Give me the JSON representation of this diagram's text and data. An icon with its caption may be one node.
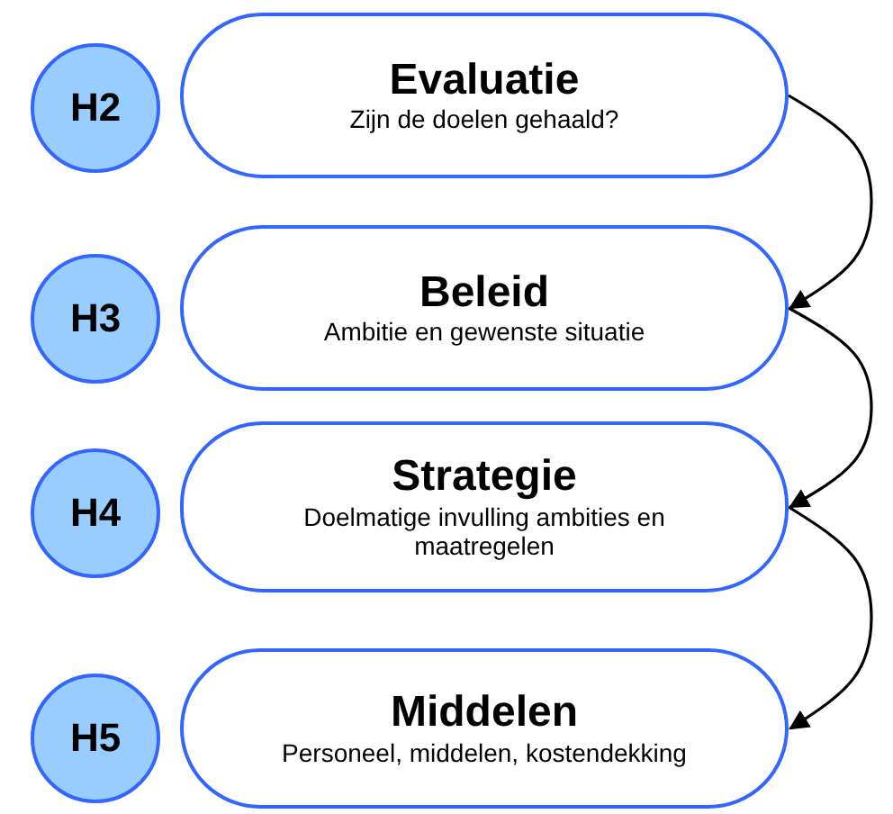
{
  "diagram": {
    "nodes": [
      {
        "text": [
          "H2"
        ]
      },
      {
        "text": [
          "Evaluatie",
          "Zijn de doelen gehaald?"
        ]
      },
      {
        "text": [
          "H3"
        ]
      },
      {
        "text": [
          "Beleid",
          "Ambitie en gewenste situatie"
        ]
      },
      {
        "text": [
          "H4"
        ]
      },
      {
        "text": [
          "Strategie",
          "Doelmatige invulling ambities en maatregelen"
        ]
      },
      {
        "text": [
          "H5"
        ]
      },
      {
        "text": [
          "Middelen",
          "Personeel, middelen, kostendekking"
        ]
      }
    ],
    "edges": [
      {
        "from": 1,
        "to": 3,
        "arrow": "to"
      },
      {
        "from": 3,
        "to": 5,
        "arrow": "to"
      },
      {
        "from": 5,
        "to": 7,
        "arrow": "to"
      }
    ]
  }
}
